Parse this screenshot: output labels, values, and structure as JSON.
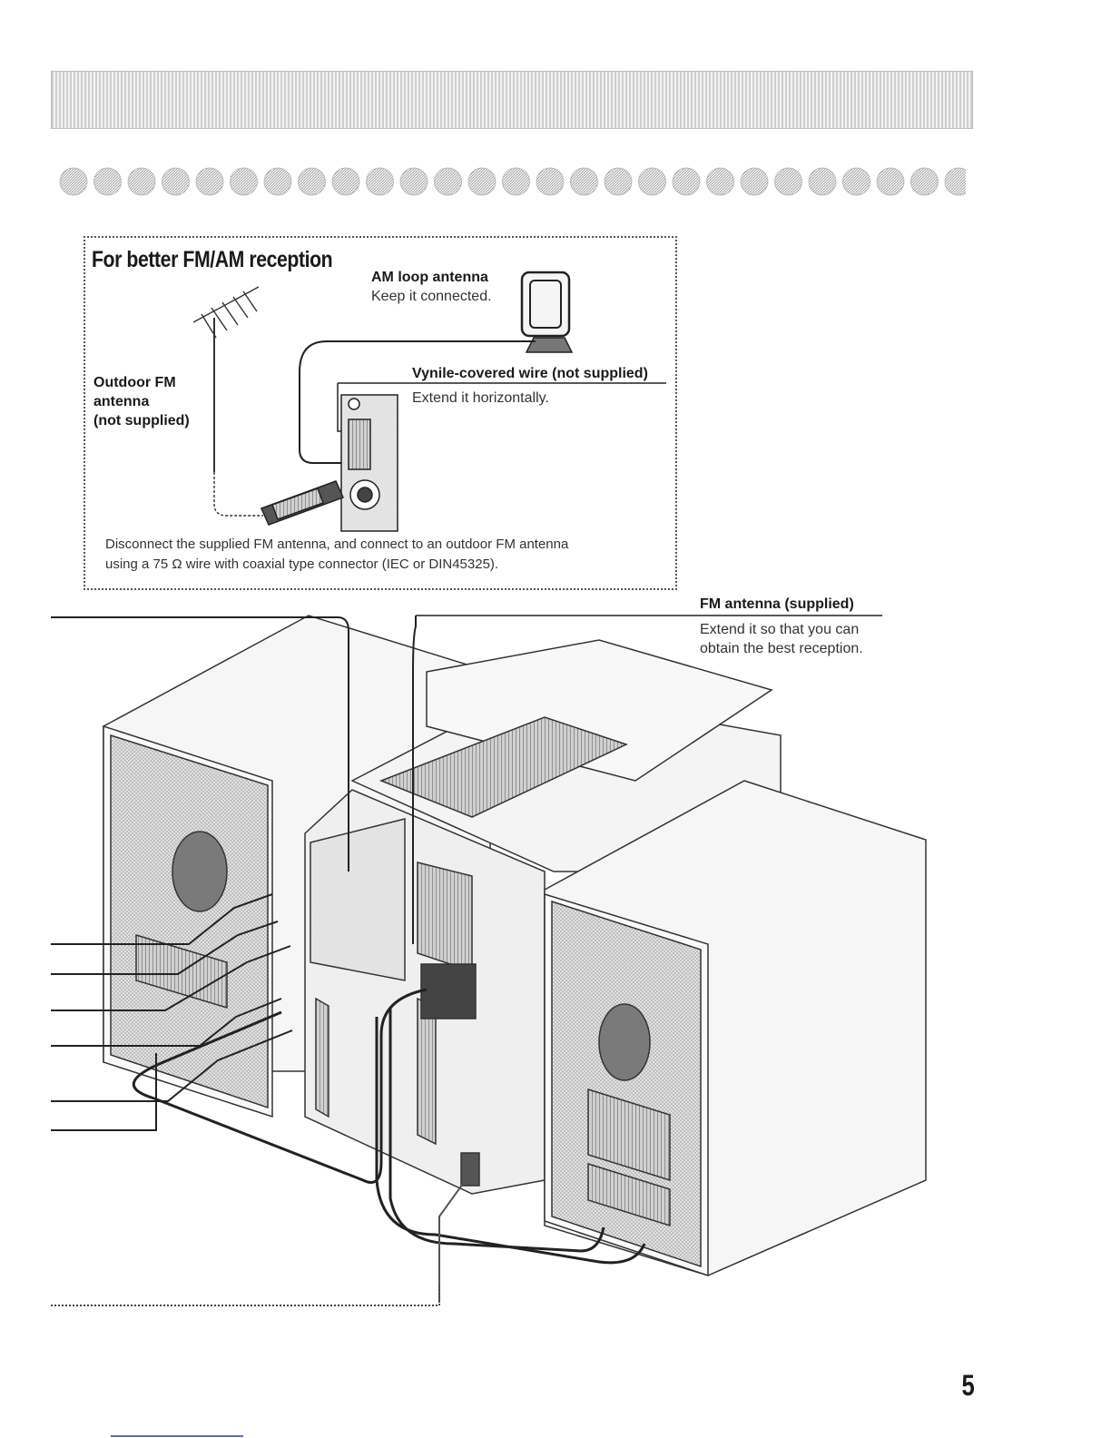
{
  "inset": {
    "title": "For better FM/AM reception",
    "am_loop_label": "AM loop antenna",
    "am_loop_note": "Keep it connected.",
    "vinyl_wire_label": "Vynile-covered wire (not supplied)",
    "vinyl_wire_note": "Extend it horizontally.",
    "outdoor_fm_label_1": "Outdoor FM",
    "outdoor_fm_label_2": "antenna",
    "outdoor_fm_label_3": "(not supplied)",
    "caption_line_1": "Disconnect the supplied FM antenna, and connect to an outdoor FM antenna",
    "caption_line_2": "using a 75 Ω wire with coaxial type connector (IEC or DIN45325)."
  },
  "main": {
    "fm_antenna_label": "FM antenna (supplied)",
    "fm_antenna_note_1": "Extend it so that you can",
    "fm_antenna_note_2": "obtain the best reception."
  },
  "page": {
    "number": "5"
  }
}
